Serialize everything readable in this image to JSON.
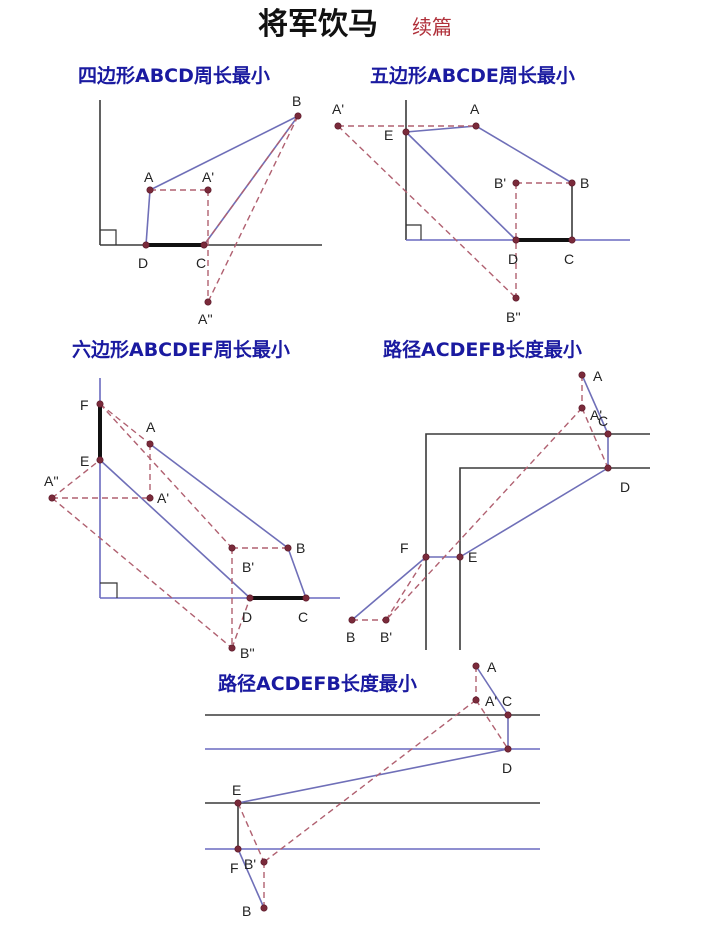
{
  "title": {
    "main": "将军饮马",
    "sub": "续篇"
  },
  "captions": {
    "quad": "四边形ABCD周长最小",
    "pent": "五边形ABCDE周长最小",
    "hex": "六边形ABCDEF周长最小",
    "path1": "路径ACDEFB长度最小",
    "path2": "路径ACDEFB长度最小"
  },
  "points": {
    "A": "A",
    "B": "B",
    "C": "C",
    "D": "D",
    "E": "E",
    "F": "F",
    "Ap": "A'",
    "App": "A''",
    "Bp": "B'",
    "Bpp": "B''"
  },
  "colors": {
    "caption": "#1a1aa0",
    "subtitle": "#b0303a",
    "figure_line": "#6f6fb8",
    "dashed_line": "#b06070",
    "point": "#7a2a3a"
  }
}
